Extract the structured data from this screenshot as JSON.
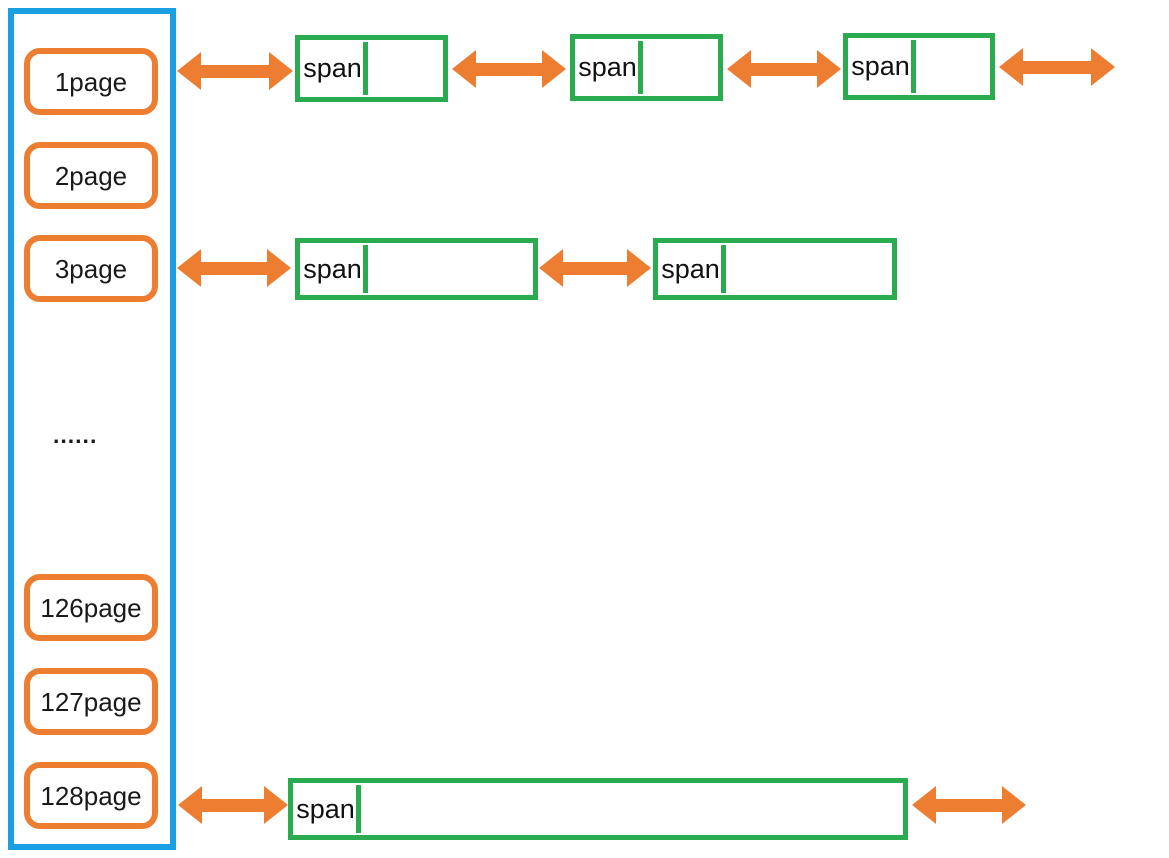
{
  "diagram": {
    "colors": {
      "blue": "#1AA0E2",
      "orange": "#ED7D31",
      "green": "#2BAB4F",
      "text": "#1a1a1a"
    },
    "span_label": "span",
    "page_list": {
      "items": [
        {
          "label": "1page"
        },
        {
          "label": "2page"
        },
        {
          "label": "3page"
        },
        {
          "label": "126page"
        },
        {
          "label": "127page"
        },
        {
          "label": "128page"
        }
      ],
      "ellipsis": "......"
    },
    "rows": [
      {
        "page_size": "1page",
        "span_count": 3,
        "leading_arrow": true,
        "trailing_arrow": true
      },
      {
        "page_size": "3page",
        "span_count": 2,
        "leading_arrow": true,
        "trailing_arrow": false
      },
      {
        "page_size": "128page",
        "span_count": 1,
        "leading_arrow": true,
        "trailing_arrow": true
      }
    ]
  }
}
